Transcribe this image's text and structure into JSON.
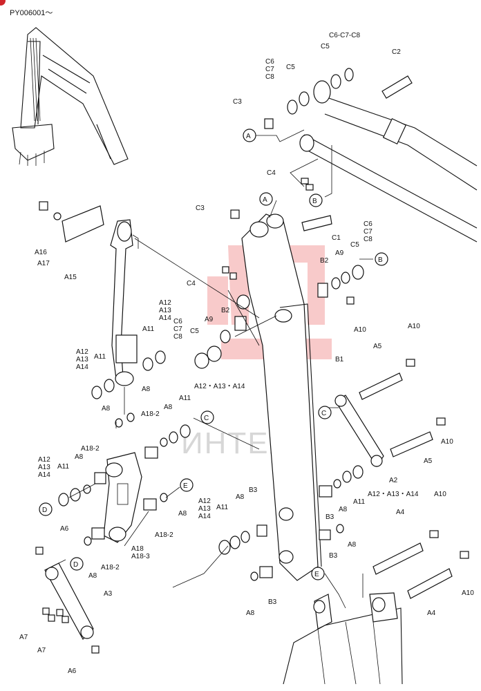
{
  "header": {
    "serial": "PY006001～"
  },
  "watermark": {
    "text": "ИНТЕХ"
  },
  "refs": [
    "A",
    "B",
    "C",
    "D",
    "E"
  ],
  "labels": {
    "c1": "C1",
    "c2": "C2",
    "c3": "C3",
    "c4": "C4",
    "c5": "C5",
    "c6": "C6",
    "c7": "C7",
    "c8": "C8",
    "c6c7c8_top": "C6-C7-C8",
    "b1": "B1",
    "b2": "B2",
    "b3": "B3",
    "a2": "A2",
    "a3": "A3",
    "a4": "A4",
    "a5": "A5",
    "a6": "A6",
    "a7": "A7",
    "a8": "A8",
    "a9": "A9",
    "a10": "A10",
    "a11": "A11",
    "a12": "A12",
    "a13": "A13",
    "a14": "A14",
    "a12_13_14": "A12・A13・A14",
    "a15": "A15",
    "a16": "A16",
    "a17": "A17",
    "a18": "A18",
    "a18_2": "A18-2",
    "a18_3": "A18-3"
  }
}
